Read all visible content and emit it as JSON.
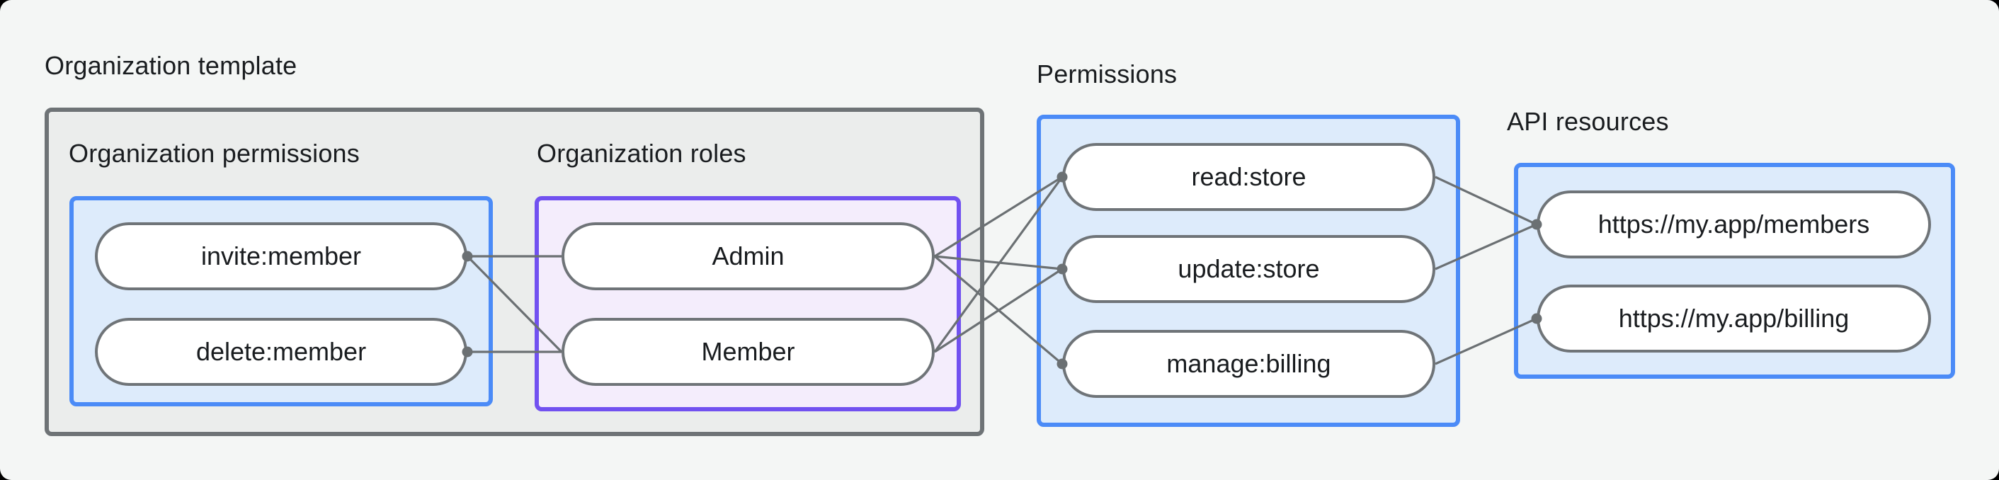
{
  "sections": {
    "template": {
      "label": "Organization template"
    },
    "org_permissions": {
      "label": "Organization permissions",
      "items": [
        {
          "id": "invite_member",
          "label": "invite:member"
        },
        {
          "id": "delete_member",
          "label": "delete:member"
        }
      ]
    },
    "org_roles": {
      "label": "Organization roles",
      "items": [
        {
          "id": "admin",
          "label": "Admin"
        },
        {
          "id": "member",
          "label": "Member"
        }
      ]
    },
    "permissions": {
      "label": "Permissions",
      "items": [
        {
          "id": "read_store",
          "label": "read:store"
        },
        {
          "id": "update_store",
          "label": "update:store"
        },
        {
          "id": "manage_billing",
          "label": "manage:billing"
        }
      ]
    },
    "api_resources": {
      "label": "API resources",
      "items": [
        {
          "id": "members_url",
          "label": "https://my.app/members"
        },
        {
          "id": "billing_url",
          "label": "https://my.app/billing"
        }
      ]
    }
  },
  "connections": [
    {
      "from": "invite_member",
      "to": "admin"
    },
    {
      "from": "invite_member",
      "to": "member"
    },
    {
      "from": "delete_member",
      "to": "member"
    },
    {
      "from": "admin",
      "to": "read_store"
    },
    {
      "from": "admin",
      "to": "update_store"
    },
    {
      "from": "admin",
      "to": "manage_billing"
    },
    {
      "from": "member",
      "to": "read_store"
    },
    {
      "from": "member",
      "to": "update_store"
    },
    {
      "from": "read_store",
      "to": "members_url"
    },
    {
      "from": "update_store",
      "to": "members_url"
    },
    {
      "from": "manage_billing",
      "to": "billing_url"
    }
  ],
  "colors": {
    "background": "#f4f6f5",
    "container_fill": "#ebedec",
    "container_border": "#6e7376",
    "blue_fill": "#ddebfb",
    "blue_border": "#4b8bf7",
    "purple_fill": "#f4edfc",
    "purple_border": "#7151f0",
    "node_fill": "#ffffff",
    "node_border": "#6f7478",
    "line": "#6b7073",
    "text": "#191c1f"
  }
}
